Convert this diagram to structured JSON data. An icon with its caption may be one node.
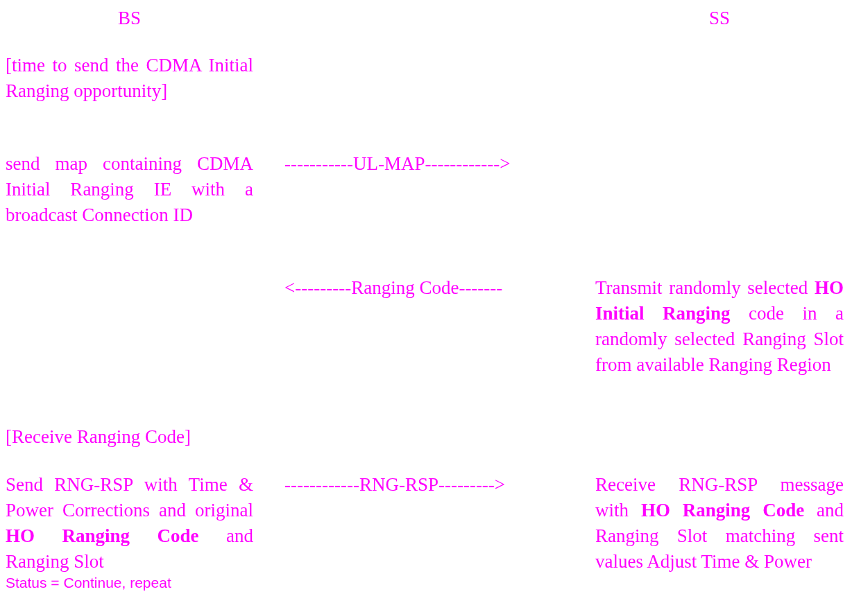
{
  "diagram": {
    "labels": [
      "BS",
      "SS",
      "[time to send the CDMA Initial Ranging opportunity]",
      "send map containing CDMA Initial Ranging IE with a broadcast Connection ID",
      "-----------UL-MAP------------>",
      "<---------Ranging Code-------",
      "Transmit randomly selected **HO Initial Ranging** code in a randomly selected Ranging Slot from available Ranging Region",
      "[Receive Ranging Code]",
      "Send RNG-RSP with Time & Power Corrections and original **HO Ranging Code** and Ranging Slot",
      "------------RNG-RSP--------->",
      "Receive RNG-RSP message with **HO Ranging Code** and Ranging Slot matching sent values Adjust Time & Power",
      "Status = Continue, repeat"
    ]
  }
}
